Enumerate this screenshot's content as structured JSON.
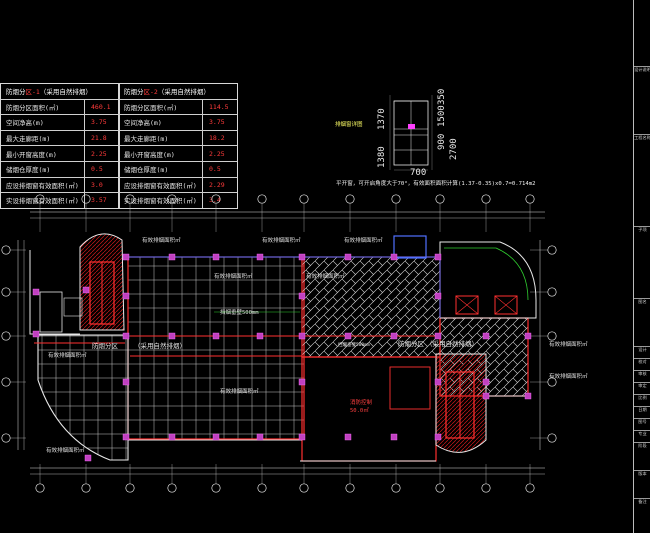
{
  "table_left": {
    "header_prefix": "防烟分",
    "header_red": "区-1",
    "header_suffix": "（采用自然排烟）",
    "rows": [
      {
        "label": "防烟分区面积(㎡)",
        "value": "460.1"
      },
      {
        "label": "空间净高(m)",
        "value": "3.75"
      },
      {
        "label": "最大走廊距(m)",
        "value": "21.8"
      },
      {
        "label": "最小开窗高度(m)",
        "value": "2.25"
      },
      {
        "label": "储烟仓厚度(m)",
        "value": "0.5"
      },
      {
        "label": "应设排烟窗有效面积(㎡)",
        "value": "3.0"
      },
      {
        "label": "实设排烟窗有效面积(㎡)",
        "value": "3.57"
      }
    ]
  },
  "table_right": {
    "header_prefix": "防烟分",
    "header_red": "区-2",
    "header_suffix": "（采用自然排烟）",
    "rows": [
      {
        "label": "防烟分区面积(㎡)",
        "value": "114.5"
      },
      {
        "label": "空间净高(m)",
        "value": "3.75"
      },
      {
        "label": "最大走廊距(m)",
        "value": "18.2"
      },
      {
        "label": "最小开窗高度(m)",
        "value": "2.25"
      },
      {
        "label": "储烟仓厚度(m)",
        "value": "0.5"
      },
      {
        "label": "应设排烟窗有效面积(㎡)",
        "value": "2.29"
      },
      {
        "label": "实设排烟窗有效面积(㎡)",
        "value": "3.4"
      }
    ]
  },
  "window_detail": {
    "caption": "排烟窗详图",
    "dim_top": "1380",
    "dim_mid": "1370",
    "dim_right_1": "900",
    "dim_right_2": "1500",
    "dim_right_3": "350",
    "dim_total": "2700",
    "dim_bottom": "700",
    "note": "平开窗，可开启角度大于70°，有效面积面积计算(1.37-0.35)x0.7=0.714m2"
  },
  "plan_labels": [
    {
      "text": "有效排烟面积㎡"
    },
    {
      "text": "有效排烟面积㎡"
    },
    {
      "text": "有效排烟面积㎡"
    },
    {
      "text": "有效排烟面积㎡"
    },
    {
      "text": "挡烟垂壁500mm"
    },
    {
      "text": "防烟分区"
    },
    {
      "text": "（采用自然排烟）"
    },
    {
      "text": "防烟分区"
    },
    {
      "text": "（采用自然排烟）"
    },
    {
      "text": "有效排烟面积㎡"
    },
    {
      "text": "有效排烟面积㎡"
    },
    {
      "text": "有效排烟面积㎡"
    },
    {
      "text": "挡烟垂壁500mm"
    },
    {
      "text": "有效排烟面积㎡"
    },
    {
      "text": "有效排烟面积㎡"
    },
    {
      "text": "有效排烟面积㎡"
    },
    {
      "text": "消防控制"
    },
    {
      "text": "50.0㎡"
    }
  ],
  "title_block": {
    "cells": [
      "设计说明",
      "工程名称",
      "子项",
      "图名",
      "设计",
      "校对",
      "审核",
      "审定",
      "比例",
      "日期",
      "图号",
      "专业",
      "阶段",
      "版本",
      "备注"
    ]
  },
  "colors": {
    "background": "#000000",
    "wall": "#ff3030",
    "hatch": "#e8e8e8",
    "grid": "#f2f2f2",
    "stair": "#e02020",
    "accent_blue": "#5070ff",
    "accent_green": "#30d030",
    "accent_magenta": "#ff40ff",
    "accent_yellow": "#ffff55"
  }
}
